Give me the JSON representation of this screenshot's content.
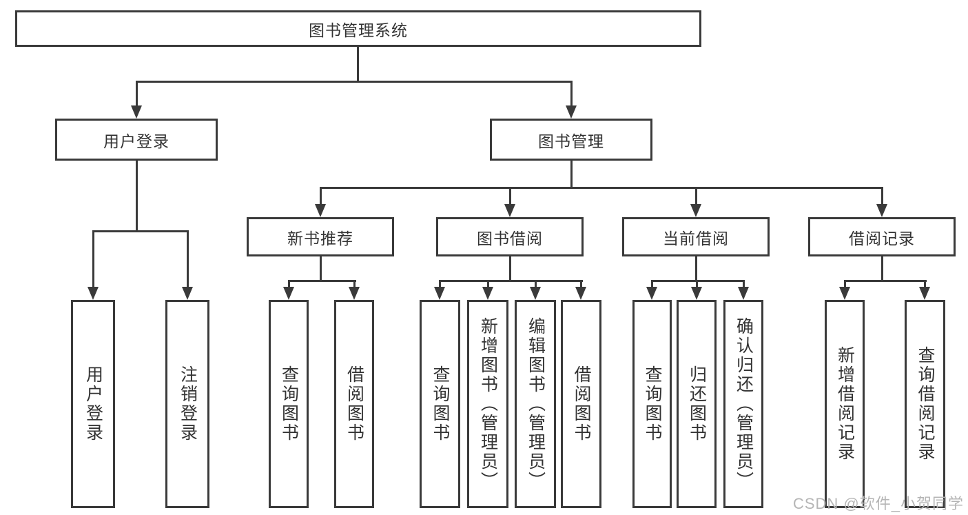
{
  "diagram_title": "图书管理系统",
  "colors": {
    "line": "#3a3a3a",
    "box_border": "#3a3a3a",
    "text": "#333333",
    "background": "#ffffff",
    "watermark": "#b5b5b5"
  },
  "tree": {
    "root": {
      "label": "图书管理系统",
      "children": [
        {
          "label": "用户登录",
          "children": [
            {
              "label": "用户登录"
            },
            {
              "label": "注销登录"
            }
          ]
        },
        {
          "label": "图书管理",
          "children": [
            {
              "label": "新书推荐",
              "children": [
                {
                  "label": "查询图书"
                },
                {
                  "label": "借阅图书"
                }
              ]
            },
            {
              "label": "图书借阅",
              "children": [
                {
                  "label": "查询图书"
                },
                {
                  "label": "新增图书（管理员）"
                },
                {
                  "label": "编辑图书（管理员）"
                },
                {
                  "label": "借阅图书"
                }
              ]
            },
            {
              "label": "当前借阅",
              "children": [
                {
                  "label": "查询图书"
                },
                {
                  "label": "归还图书"
                },
                {
                  "label": "确认归还（管理员）"
                }
              ]
            },
            {
              "label": "借阅记录",
              "children": [
                {
                  "label": "新增借阅记录"
                },
                {
                  "label": "查询借阅记录"
                }
              ]
            }
          ]
        }
      ]
    }
  },
  "watermark": {
    "text": "CSDN @软件_小贺同学"
  }
}
